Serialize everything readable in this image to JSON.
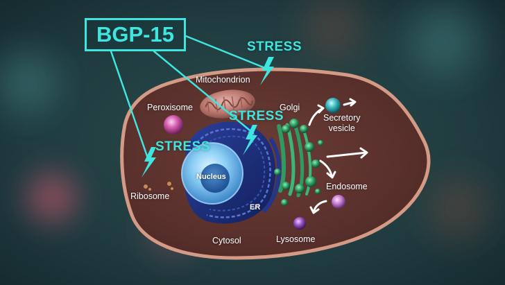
{
  "drug_label": "BGP-15",
  "stress_labels": [
    "STRESS",
    "STRESS",
    "STRESS"
  ],
  "organelles": {
    "mitochondrion": "Mitochondrion",
    "peroxisome": "Peroxisome",
    "golgi": "Golgi",
    "secretory_vesicle": "Secretory\nvesicle",
    "nucleus": "Nucleus",
    "ribosome": "Ribosome",
    "er": "ER",
    "endosome": "Endosome",
    "lysosome": "Lysosome",
    "cytosol": "Cytosol"
  },
  "colors": {
    "accent": "#3ee6df",
    "cell_interior": "#5b3330",
    "cell_membrane": "#d49a86",
    "label_text": "#ffffff"
  },
  "icons": {
    "stress": "lightning-bolt-icon",
    "transport": "white-arrow-icon"
  }
}
